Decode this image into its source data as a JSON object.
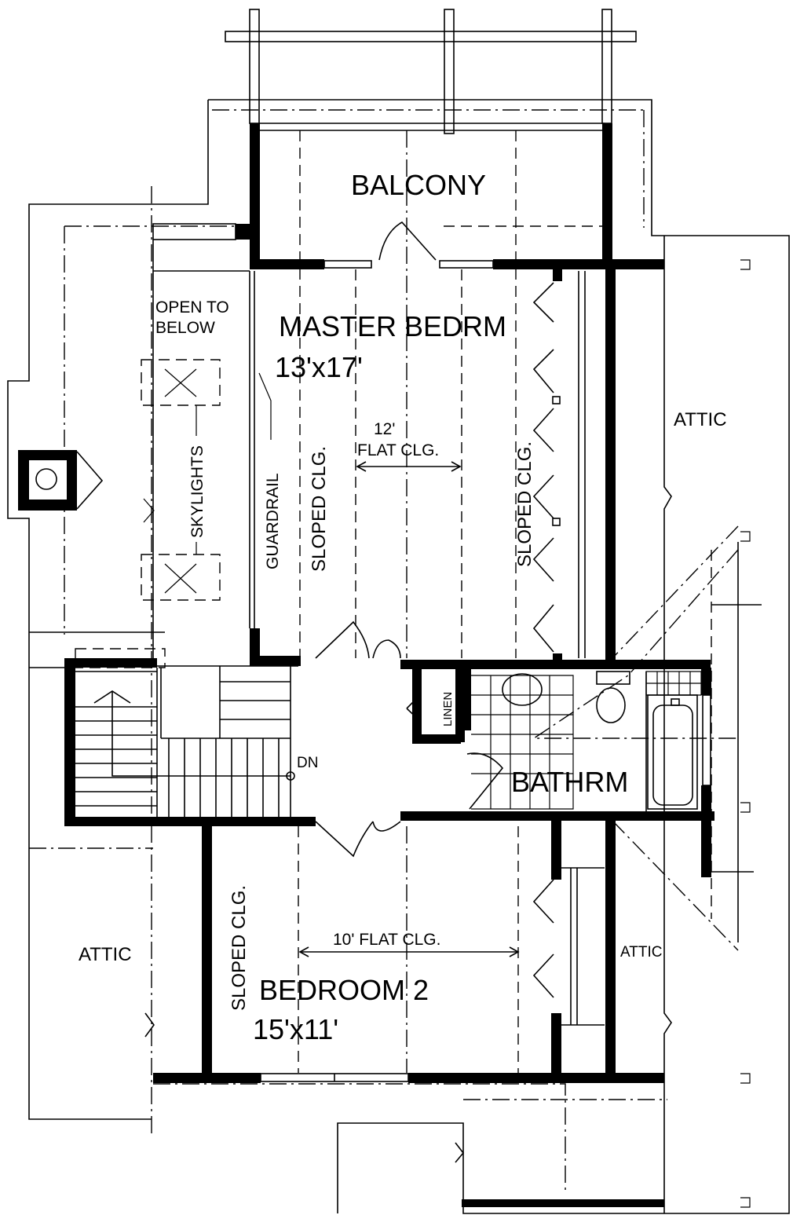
{
  "labels": {
    "balcony": "BALCONY",
    "master_bedroom": "MASTER BEDRM",
    "master_dims": "13'x17'",
    "open_to_below_1": "OPEN TO",
    "open_to_below_2": "BELOW",
    "skylights": "SKYLIGHTS",
    "guardrail": "GUARDRAIL",
    "sloped_clg_left": "SLOPED CLG.",
    "sloped_clg_right": "SLOPED CLG.",
    "flat_clg_master_1": "12'",
    "flat_clg_master_2": "FLAT CLG.",
    "attic_right": "ATTIC",
    "linen": "LINEN",
    "bathroom": "BATHRM",
    "stair_dn": "DN",
    "attic_left": "ATTIC",
    "sloped_clg_bed2": "SLOPED CLG.",
    "flat_clg_bed2": "10' FLAT CLG.",
    "bedroom2": "BEDROOM 2",
    "bedroom2_dims": "15'x11'",
    "attic_small": "ATTIC"
  },
  "colors": {
    "wall": "#000000",
    "background": "#ffffff"
  }
}
